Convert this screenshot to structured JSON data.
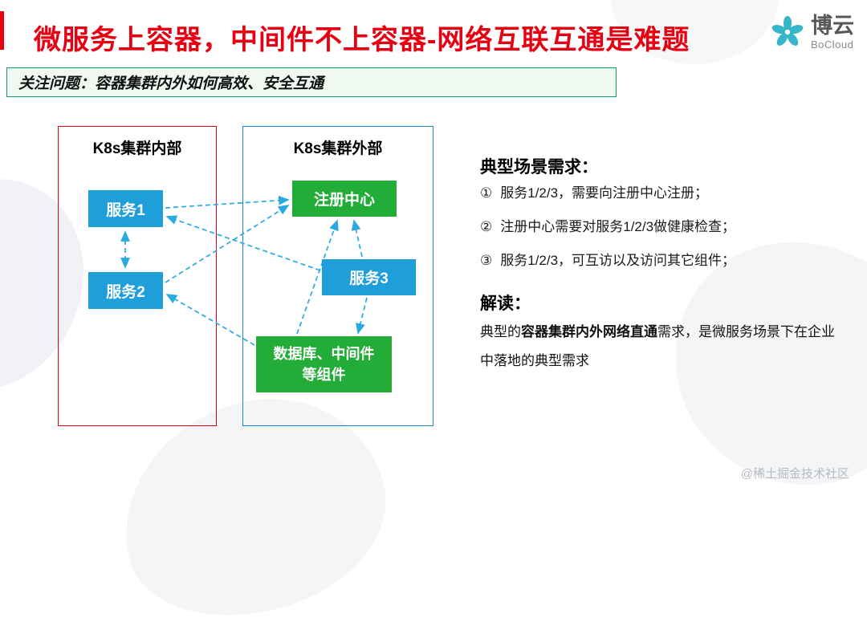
{
  "slide": {
    "title": "微服务上容器，中间件不上容器-网络互联互通是难题",
    "banner": "关注问题：容器集群内外如何高效、安全互通",
    "watermark": "@稀土掘金技术社区"
  },
  "logo": {
    "name": "博云",
    "subname": "BoCloud",
    "icon": "bocloud-flower-icon",
    "icon_color": "#35b6c9"
  },
  "colors": {
    "title": "#e60012",
    "banner_border": "#169b62",
    "banner_bg": "#eff8f1",
    "node_blue": "#1e9fd9",
    "node_green": "#22ac38",
    "internal_cluster_border": "#e60012",
    "external_cluster_border": "#1e88c7",
    "arrow": "#29abe2"
  },
  "diagram": {
    "internal_cluster": {
      "label": "K8s集群内部",
      "border_color": "#e60012",
      "nodes": [
        {
          "id": "svc1",
          "label": "服务1",
          "color": "#1e9fd9"
        },
        {
          "id": "svc2",
          "label": "服务2",
          "color": "#1e9fd9"
        }
      ]
    },
    "external_cluster": {
      "label": "K8s集群外部",
      "border_color": "#1e88c7",
      "nodes": [
        {
          "id": "registry",
          "label": "注册中心",
          "color": "#22ac38"
        },
        {
          "id": "svc3",
          "label": "服务3",
          "color": "#1e9fd9"
        },
        {
          "id": "middleware",
          "label": "数据库、中间件\n等组件",
          "color": "#22ac38"
        }
      ]
    },
    "arrows": [
      {
        "from": "服务1",
        "to": "服务2",
        "bidirectional": true
      },
      {
        "from": "服务1",
        "to": "注册中心"
      },
      {
        "from": "服务2",
        "to": "注册中心"
      },
      {
        "from": "服务3",
        "to": "服务1"
      },
      {
        "from": "服务3",
        "to": "注册中心"
      },
      {
        "from": "数据库、中间件等组件",
        "to": "注册中心"
      },
      {
        "from": "数据库、中间件等组件",
        "to": "服务2"
      },
      {
        "from": "服务3",
        "to": "数据库、中间件等组件"
      }
    ],
    "arrow_style": "dashed-cyan"
  },
  "requirements": {
    "heading": "典型场景需求：",
    "items": [
      {
        "num": "①",
        "text": "服务1/2/3，需要向注册中心注册；"
      },
      {
        "num": "②",
        "text": "注册中心需要对服务1/2/3做健康检查；"
      },
      {
        "num": "③",
        "text": "服务1/2/3，可互访以及访问其它组件；"
      }
    ]
  },
  "interpretation": {
    "heading": "解读：",
    "text_prefix": "典型的",
    "text_bold": "容器集群内外网络直通",
    "text_suffix": "需求，是微服务场景下在企业中落地的典型需求"
  }
}
